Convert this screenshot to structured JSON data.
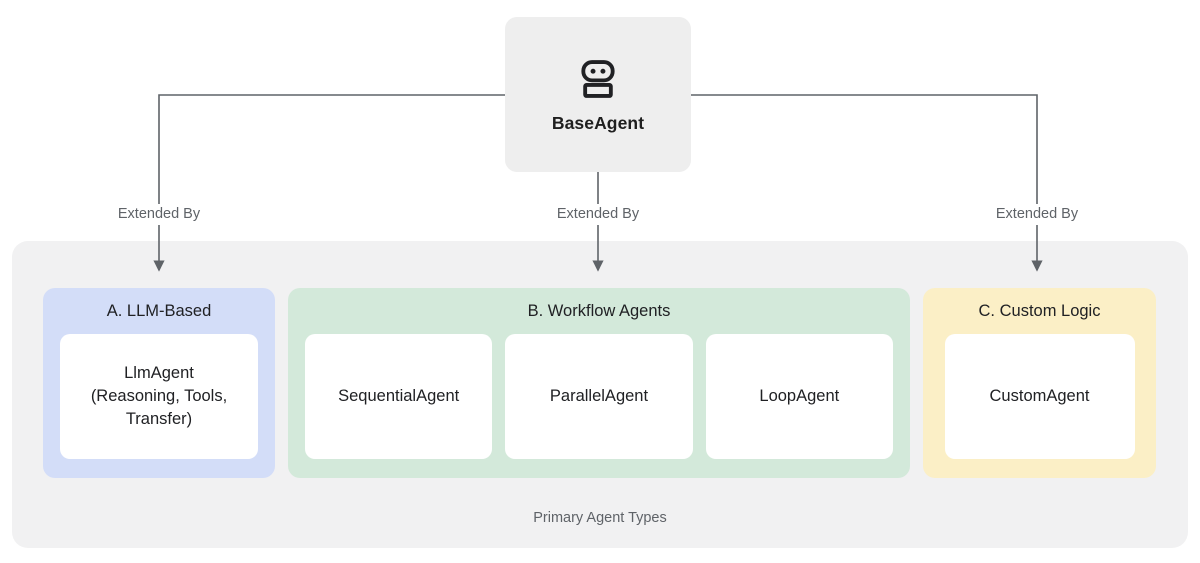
{
  "diagram": {
    "root": {
      "label": "BaseAgent",
      "icon": "robot-icon"
    },
    "edges": [
      {
        "label": "Extended By",
        "target": "A. LLM-Based"
      },
      {
        "label": "Extended By",
        "target": "B. Workflow Agents"
      },
      {
        "label": "Extended By",
        "target": "C. Custom Logic"
      }
    ],
    "group": {
      "caption": "Primary Agent Types",
      "panels": [
        {
          "id": "llm-based",
          "title": "A. LLM-Based",
          "color": "#d3ddf8",
          "cards": [
            {
              "text": "LlmAgent\n(Reasoning, Tools,\nTransfer)"
            }
          ]
        },
        {
          "id": "workflow-agents",
          "title": "B. Workflow Agents",
          "color": "#d3e9da",
          "cards": [
            {
              "text": "SequentialAgent"
            },
            {
              "text": "ParallelAgent"
            },
            {
              "text": "LoopAgent"
            }
          ]
        },
        {
          "id": "custom-logic",
          "title": "C. Custom Logic",
          "color": "#fbefc6",
          "cards": [
            {
              "text": "CustomAgent"
            }
          ]
        }
      ]
    },
    "colors": {
      "root_bg": "#eeeeee",
      "group_bg": "#f1f1f2",
      "card_bg": "#ffffff",
      "connector": "#5f6368",
      "text_primary": "#202124",
      "text_secondary": "#5f6368"
    }
  }
}
